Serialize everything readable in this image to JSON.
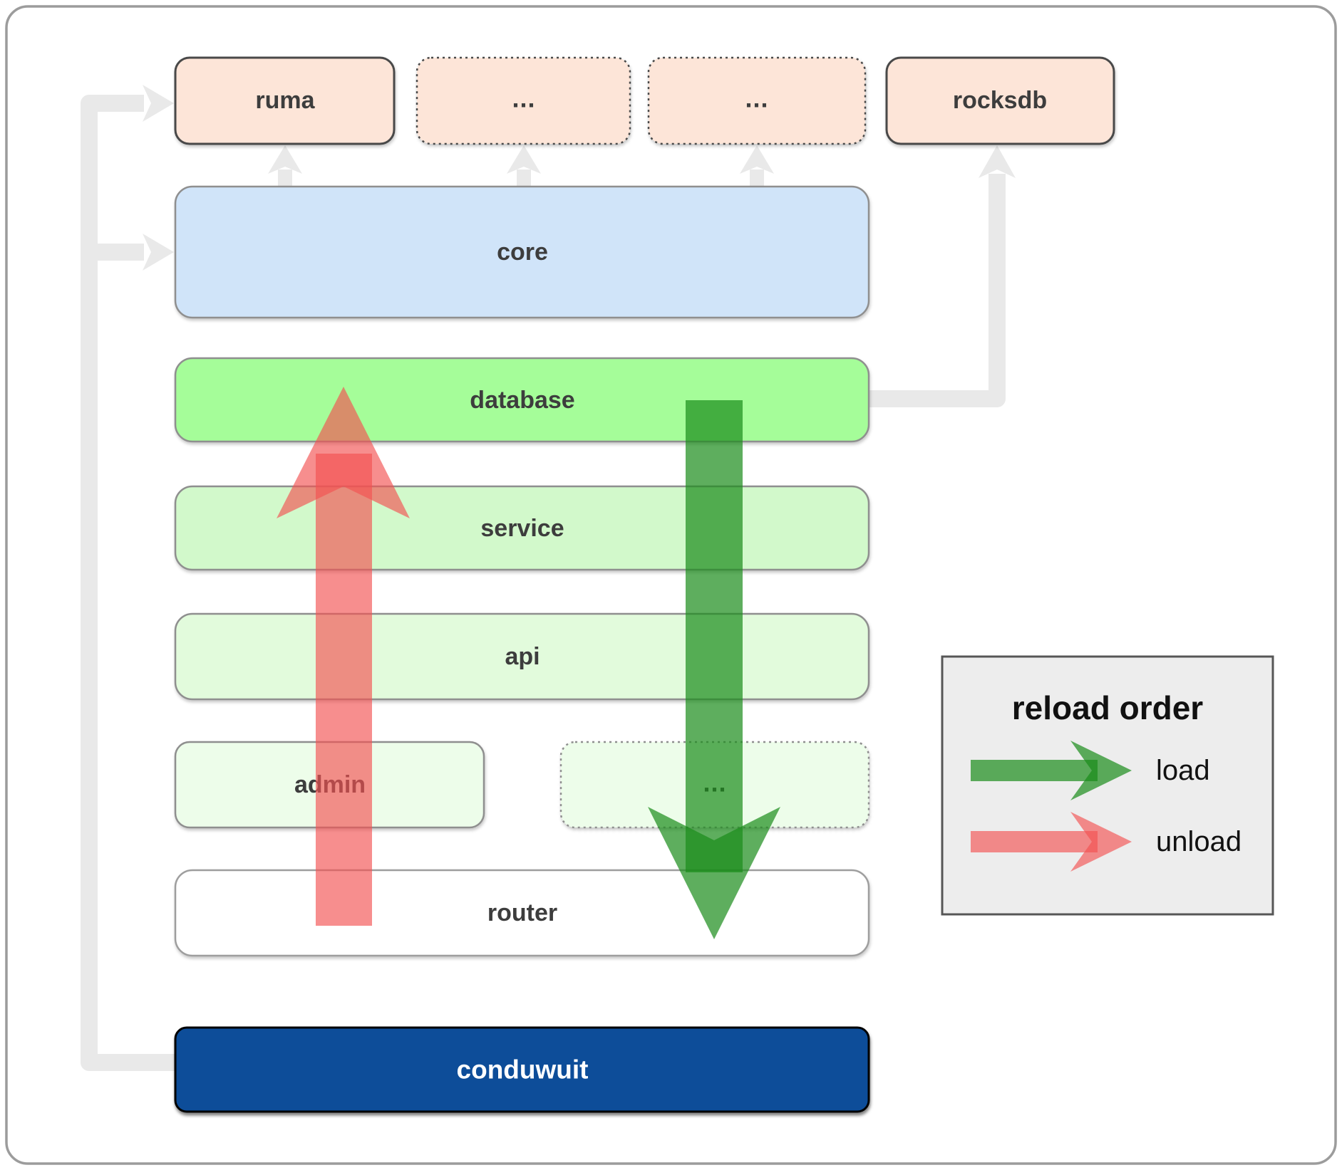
{
  "colors": {
    "connector": "#e9e9e9",
    "load_arrow": "rgba(25,140,25,0.7)",
    "unload_arrow": "rgba(242,82,82,0.65)",
    "label": "#3d3d3d",
    "canvas_bg": "#ffffff"
  },
  "top_row": {
    "boxes": [
      {
        "label": "ruma",
        "fill": "#fde5d8",
        "border": "solid"
      },
      {
        "label": "...",
        "fill": "#fde5d8",
        "border": "dotted"
      },
      {
        "label": "...",
        "fill": "#fde5d8",
        "border": "dotted"
      },
      {
        "label": "rocksdb",
        "fill": "#fde5d8",
        "border": "solid"
      }
    ]
  },
  "layers": {
    "core": {
      "label": "core",
      "fill": "#d0e4f9"
    },
    "database": {
      "label": "database",
      "fill": "#a5fd99"
    },
    "service": {
      "label": "service",
      "fill": "#d2f9cb"
    },
    "api": {
      "label": "api",
      "fill": "#e2fbdc"
    },
    "admin": {
      "label": "admin",
      "fill": "#edfdea"
    },
    "admin_dots": {
      "label": "...",
      "fill": "#edfdea"
    },
    "router": {
      "label": "router",
      "fill": "#ffffff"
    }
  },
  "root": {
    "label": "conduwuit",
    "fill": "#094e99",
    "text_color": "#ffffff"
  },
  "legend": {
    "title": "reload order",
    "bg": "#ededed",
    "items": [
      {
        "label": "load"
      },
      {
        "label": "unload"
      }
    ]
  }
}
